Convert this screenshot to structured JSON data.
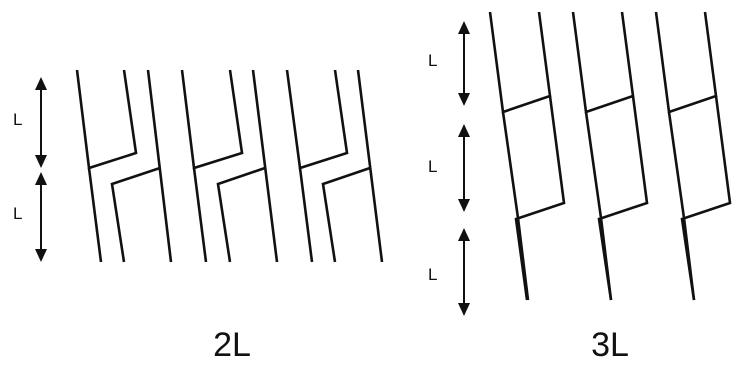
{
  "panels": [
    {
      "id": "2L",
      "caption": "2L",
      "arrow_labels": [
        "L",
        "L"
      ]
    },
    {
      "id": "3L",
      "caption": "3L",
      "arrow_labels": [
        "L",
        "L",
        "L"
      ]
    }
  ],
  "colors": {
    "line": "#111111",
    "background": "#ffffff"
  }
}
